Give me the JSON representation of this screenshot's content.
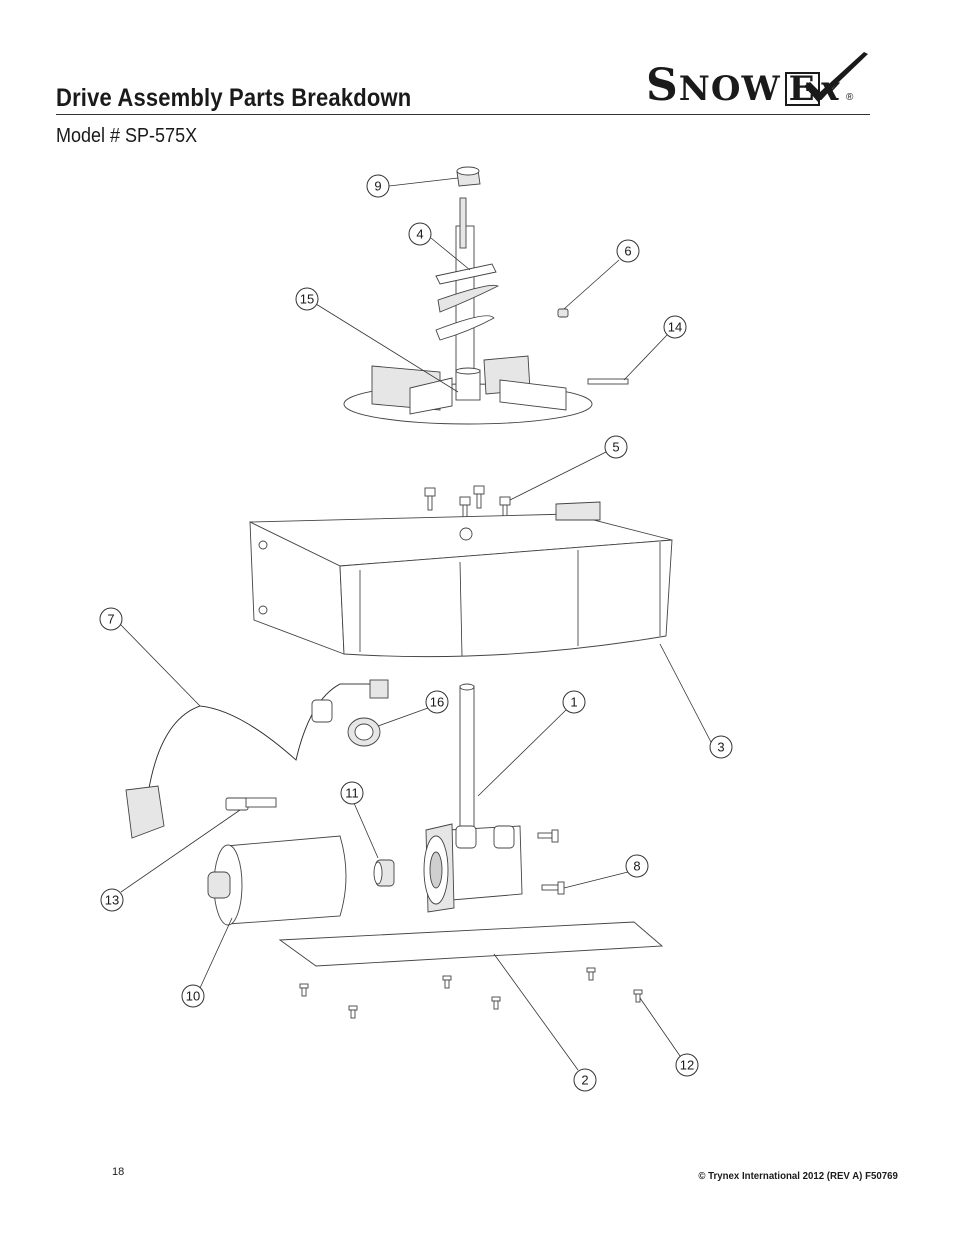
{
  "header": {
    "title": "Drive Assembly Parts Breakdown",
    "model": "Model # SP-575X",
    "logo": {
      "text_s": "S",
      "text_now": "NOW",
      "text_e": "E",
      "text_x": "x",
      "registered": "®"
    }
  },
  "callouts": [
    {
      "id": "callout-1",
      "label": "1"
    },
    {
      "id": "callout-2",
      "label": "2"
    },
    {
      "id": "callout-3",
      "label": "3"
    },
    {
      "id": "callout-4",
      "label": "4"
    },
    {
      "id": "callout-5",
      "label": "5"
    },
    {
      "id": "callout-6",
      "label": "6"
    },
    {
      "id": "callout-7",
      "label": "7"
    },
    {
      "id": "callout-8",
      "label": "8"
    },
    {
      "id": "callout-9",
      "label": "9"
    },
    {
      "id": "callout-10",
      "label": "10"
    },
    {
      "id": "callout-11",
      "label": "11"
    },
    {
      "id": "callout-12",
      "label": "12"
    },
    {
      "id": "callout-13",
      "label": "13"
    },
    {
      "id": "callout-14",
      "label": "14"
    },
    {
      "id": "callout-15",
      "label": "15"
    },
    {
      "id": "callout-16",
      "label": "16"
    }
  ],
  "footer": {
    "page_number": "18",
    "copyright": "© Trynex International 2012  (REV A) F50769"
  }
}
